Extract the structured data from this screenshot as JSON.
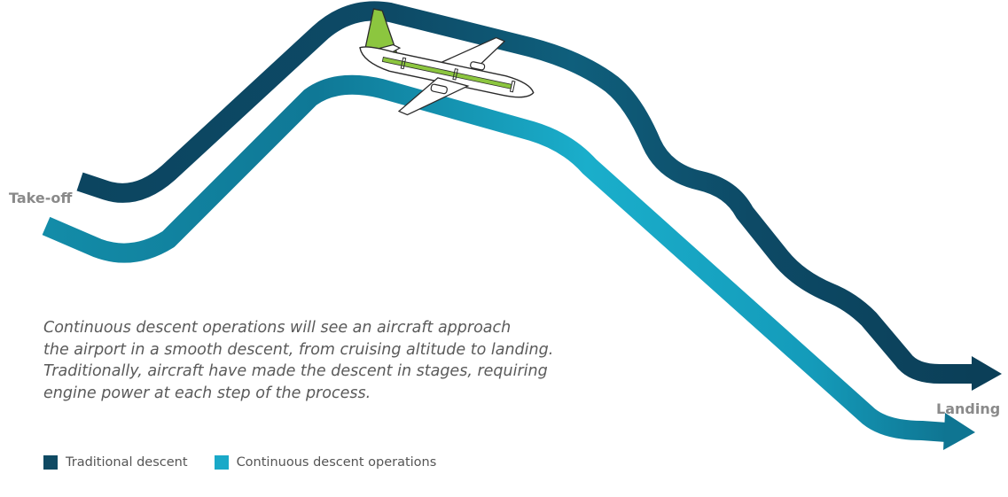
{
  "labels": {
    "takeoff": "Take-off",
    "landing": "Landing"
  },
  "caption": {
    "lines": [
      "Continuous descent operations will see an aircraft approach",
      "the airport in a smooth descent, from cruising altitude to landing.",
      "Traditionally, aircraft have made the descent in stages, requiring",
      "engine power at each step of the process."
    ]
  },
  "legend": {
    "items": [
      {
        "label": "Traditional descent",
        "color": "#0f4a63"
      },
      {
        "label": "Continuous descent operations",
        "color": "#1aa9c8"
      }
    ]
  },
  "colors": {
    "traditional": "#0f4a63",
    "continuous": "#1aa9c8",
    "aircraft_accent": "#8cc63f",
    "label_gray": "#8a8a8a"
  },
  "icons": {
    "aircraft": "aircraft-icon"
  }
}
